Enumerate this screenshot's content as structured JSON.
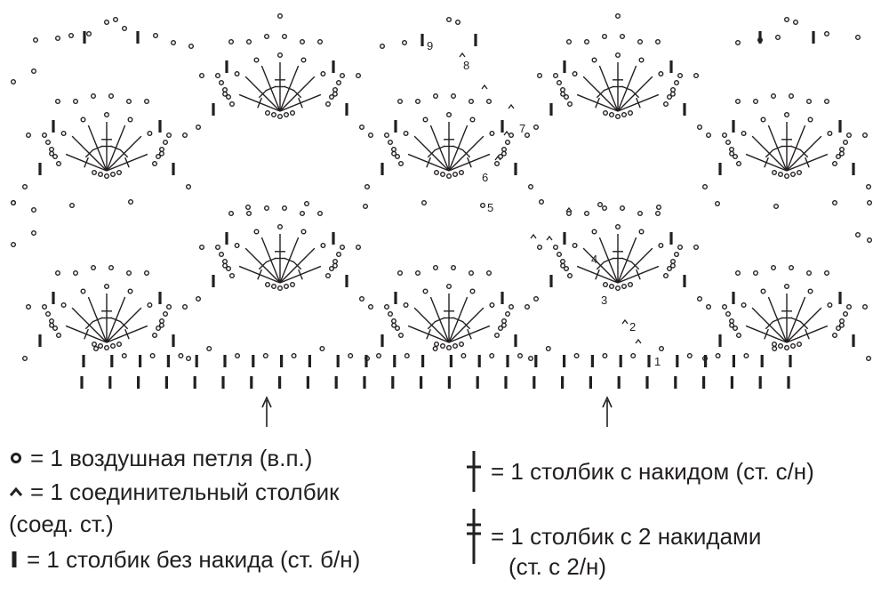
{
  "diagram": {
    "row_numbers": [
      "1",
      "2",
      "3",
      "4",
      "5",
      "6",
      "7",
      "8",
      "9"
    ]
  },
  "legend": {
    "chain": "= 1 воздушная петля (в.п.)",
    "slip_stitch": "=  1  соединительный  столбик",
    "slip_stitch_cont": "(соед. ст.)",
    "single_crochet": "= 1 столбик без накида (ст. б/н)",
    "double_crochet": "= 1 столбик с накидом (ст. с/н)",
    "treble_crochet": "= 1 столбик с 2 накидами",
    "treble_crochet_cont": "(ст. с 2/н)"
  },
  "colors": {
    "ink": "#231f20",
    "background": "#ffffff"
  }
}
